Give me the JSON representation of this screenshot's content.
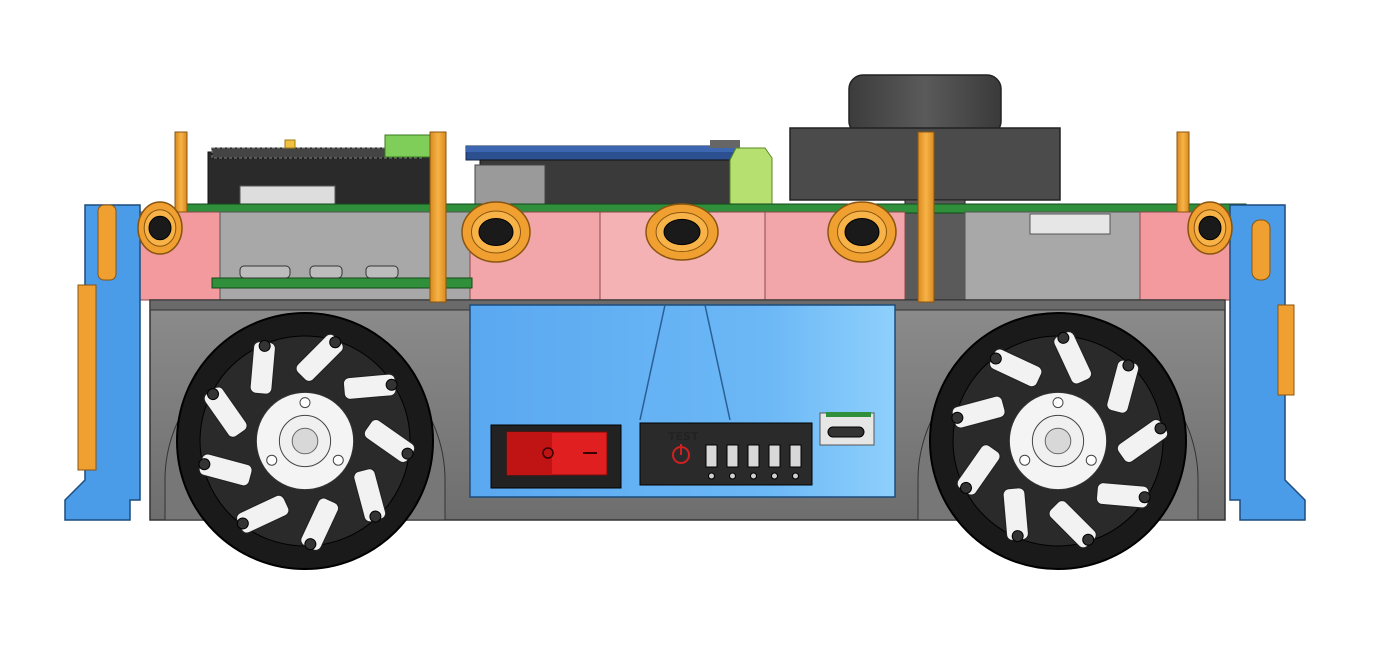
{
  "diagram": {
    "kind": "3d-cad-render",
    "subject": "mecanum-wheel-robot-chassis-side-view",
    "labels": {
      "battery_test": "TEST"
    },
    "battery_indicator": {
      "segments": 5
    },
    "colors": {
      "background": "#ffffff",
      "chassis_blue": "#5aaaf0",
      "side_frame_blue": "#4a9be8",
      "body_gray": "#8a8a8a",
      "dark_gray": "#555555",
      "pink_panel": "#f2a6aa",
      "orange_standoff": "#f0a030",
      "pcb_green": "#2f8f3a",
      "pcb_blue": "#2c4f8f",
      "power_switch_red": "#e02020",
      "wheel_black": "#1a1a1a",
      "wheel_hub_white": "#f4f4f4"
    }
  }
}
